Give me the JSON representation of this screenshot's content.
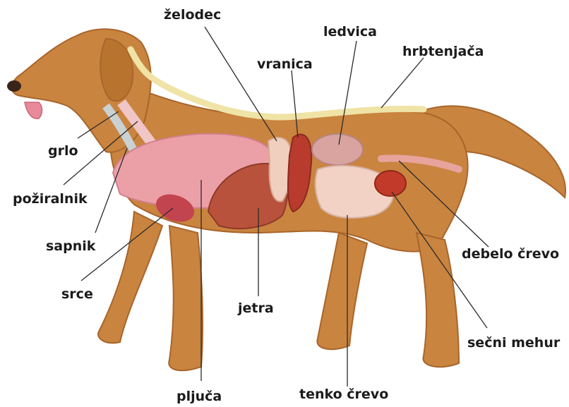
{
  "labels": {
    "zelodec": "želodec",
    "ledvica": "ledvica",
    "vranica": "vranica",
    "hrbtenjaca": "hrbtenjača",
    "grlo": "grlo",
    "poziralnik": "požiralnik",
    "sapnik": "sapnik",
    "srce": "srce",
    "jetra": "jetra",
    "debelo_crevo": "debelo črevo",
    "secni_mehur": "sečni mehur",
    "pljuca": "pljuča",
    "tenko_crevo": "tenko črevo"
  },
  "colors": {
    "fur": "#c9843f",
    "fur_dark": "#a8652c",
    "spine": "#efe3a6",
    "lung": "#eba0a8",
    "liver": "#b9523c",
    "spleen": "#b83b2e",
    "kidney": "#d9a3a0",
    "intestine": "#f2d2c4",
    "bladder": "#c23a2a",
    "heart": "#c2444f",
    "leader": "#2a2a2a"
  }
}
